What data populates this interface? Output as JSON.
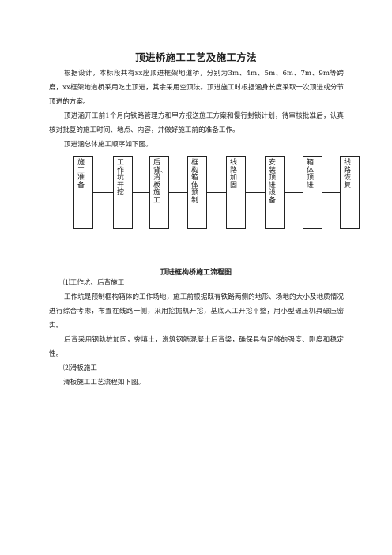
{
  "document": {
    "title": "顶进桥施工工艺及施工方法",
    "intro_paragraphs": [
      "根据设计，本标段共有xx座顶进框架地道桥，分别为3m、4m、5m、6m、7m、9m等跨度，xx框架地道桥采用吃土顶进，其余采用空顶法。顶进施工时根据涵身长度采取一次顶进或分节顶进的方案。",
      "顶进涵开工前1个月向铁路管理方和甲方报送施工方案和慢行封锁计划，待审核批准后，认真核对批复的施工时间、地点、内容，并做好施工前的准备工作。",
      "顶进涵总体施工顺序如下图。"
    ],
    "flow_steps": [
      "施工准备",
      "工作坑开挖",
      "后背、滑板施工",
      "框构箱体预制",
      "线路加固",
      "安装顶进设备",
      "箱体顶进",
      "线路恢复"
    ],
    "flow_caption": "顶进框构桥施工流程图",
    "section1_heading": "⑴工作坑、后背施工",
    "section1_paragraphs": [
      "工作坑是预制框构箱体的工作场地，施工前根据既有铁路两侧的地形、场地的大小及地质情况进行综合考虑，布置在线路一侧，采用挖掘机开挖，基底人工开挖平整，用小型碾压机具碾压密实。",
      "后背采用钢轨桩加固，夯填土，浇筑钢筋混凝土后背梁，确保具有足够的强度、刚度和稳定性。"
    ],
    "section2_heading": "⑵滑板施工",
    "section2_paragraph": "滑板施工工艺流程如下图。"
  }
}
